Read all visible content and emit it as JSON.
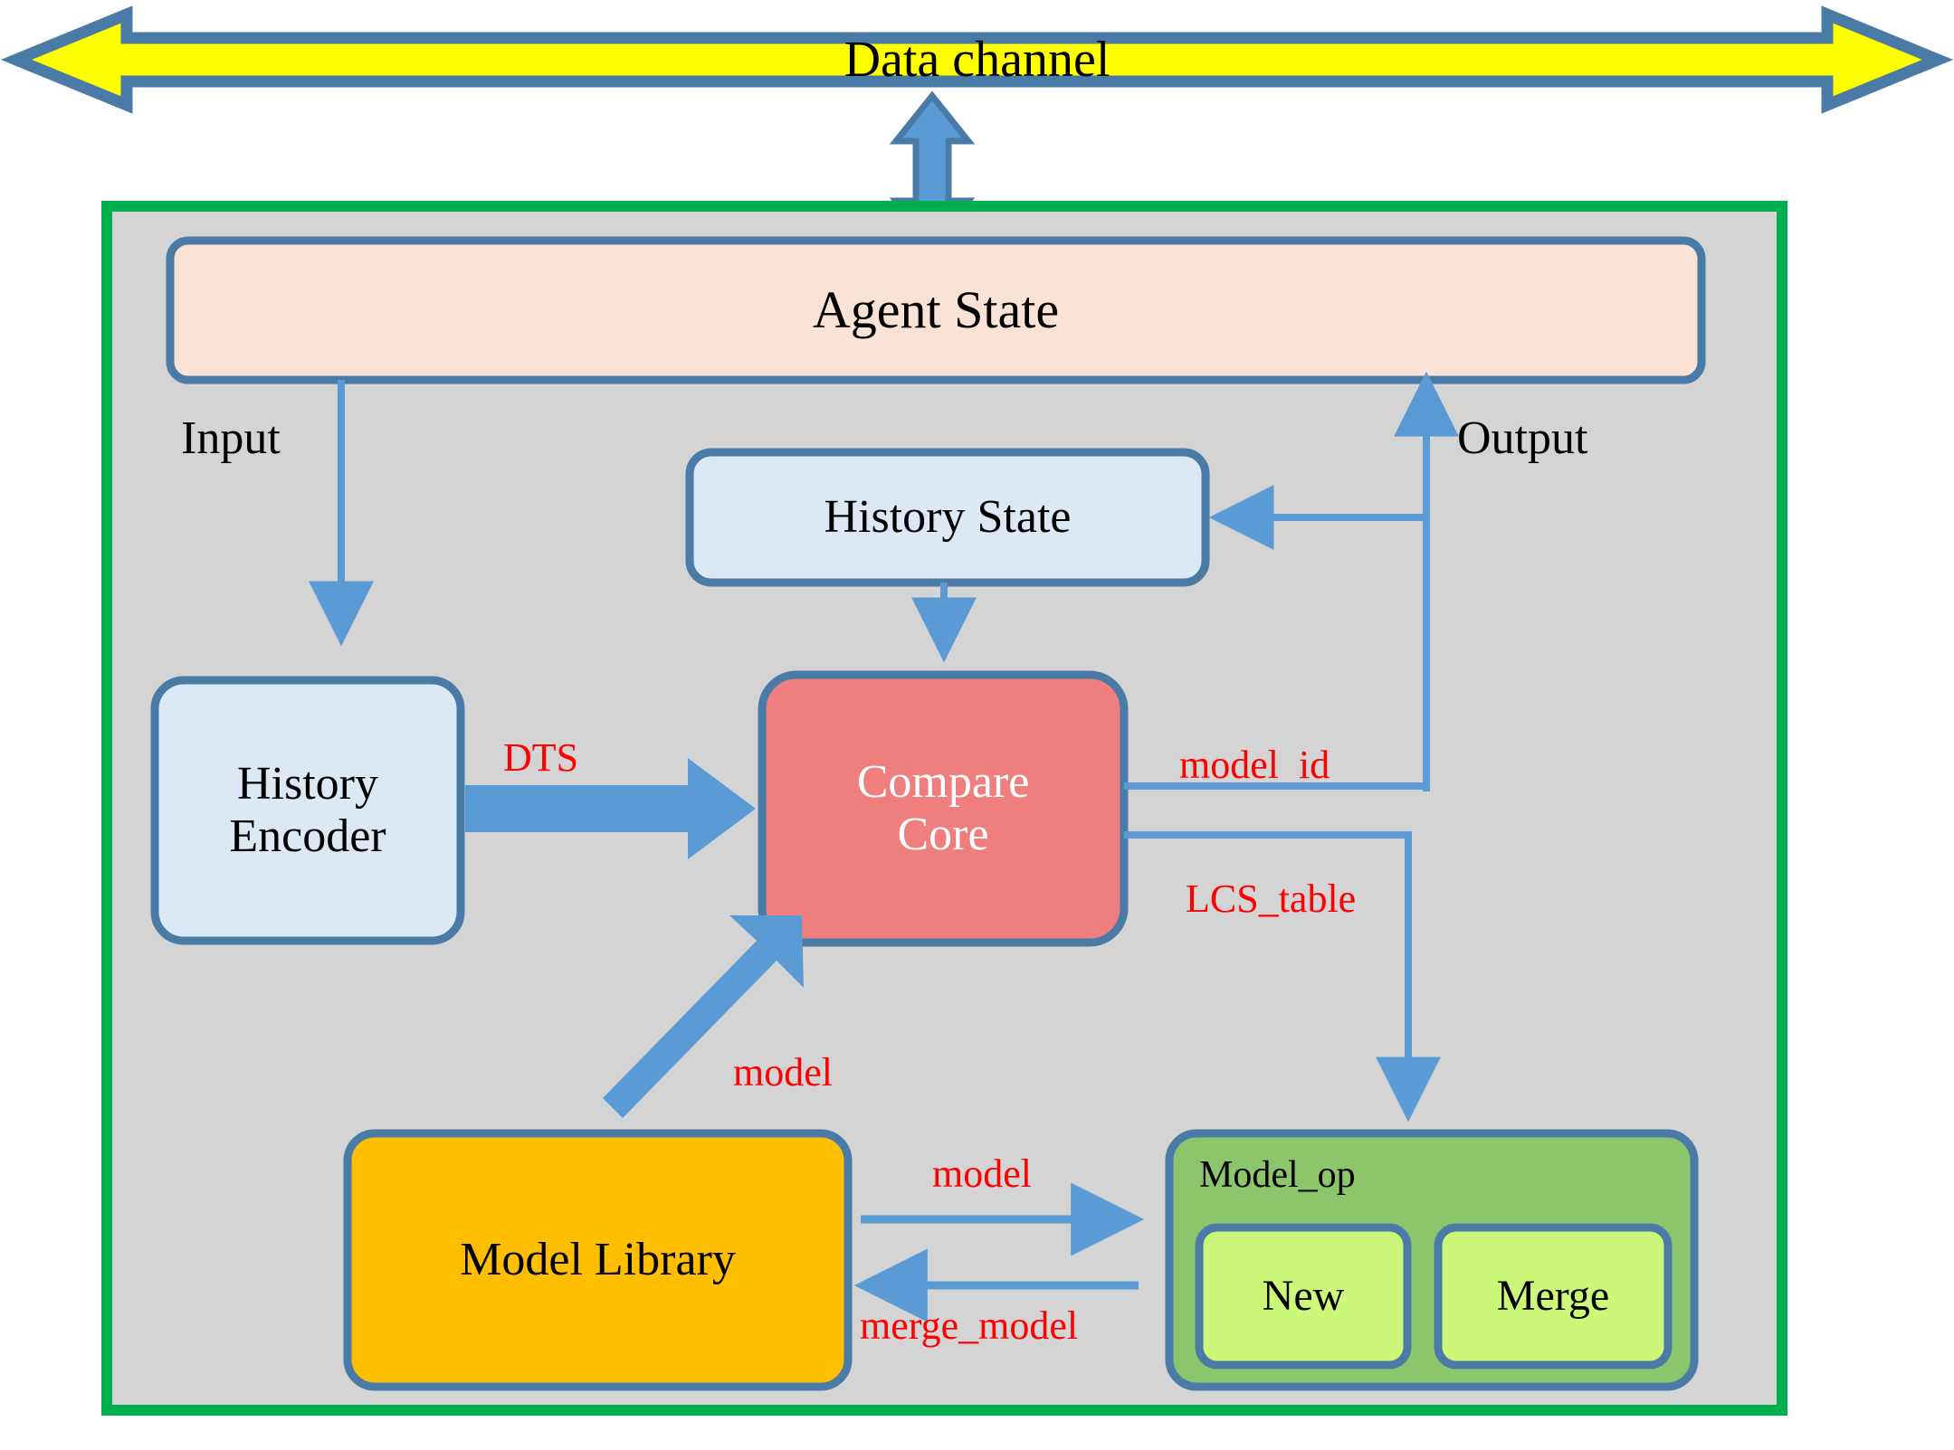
{
  "diagram": {
    "title_bar": {
      "label": "Data channel"
    },
    "container": {
      "name": "agent-container"
    },
    "nodes": {
      "agent_state": {
        "label": "Agent State"
      },
      "history_state": {
        "label": "History State"
      },
      "history_encoder": {
        "label": "History\nEncoder"
      },
      "compare_core": {
        "label": "Compare\nCore"
      },
      "model_library": {
        "label": "Model Library"
      },
      "model_op": {
        "label": "Model_op"
      },
      "new_op": {
        "label": "New"
      },
      "merge_op": {
        "label": "Merge"
      }
    },
    "edge_labels": {
      "input": "Input",
      "output": "Output",
      "dts": "DTS",
      "model_id": "model  id",
      "lcs_table": "LCS_table",
      "model_to_core": "model",
      "model_to_op": "model",
      "merge_model": "merge_model"
    },
    "colors": {
      "channel_fill": "#ffff00",
      "channel_stroke": "#4a7ba7",
      "container_stroke": "#00b04f",
      "container_fill": "#d4d4d4",
      "agent_state_fill": "#fae3d5",
      "state_fill": "#dce9f5",
      "core_fill": "#ef7e7e",
      "library_fill": "#ffbf00",
      "model_op_fill": "#8cc56b",
      "op_fill": "#ccf87a",
      "node_stroke": "#4a7ba7",
      "arrow_blue": "#5b9bd5",
      "label_red": "#ff0000",
      "text_black": "#000000",
      "text_white": "#ffffff"
    }
  }
}
